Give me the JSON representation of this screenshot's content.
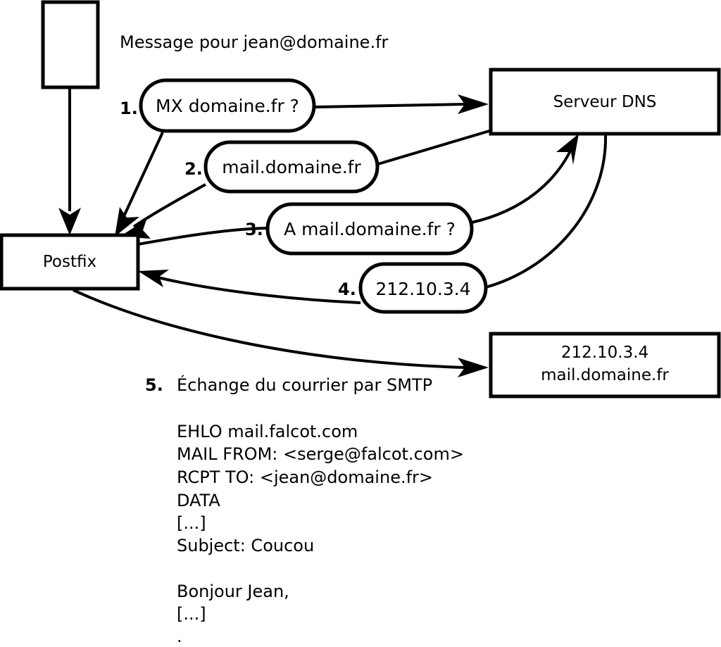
{
  "diagram": {
    "title_note": "Message pour jean@domaine.fr",
    "nodes": {
      "client": {
        "label": ""
      },
      "postfix": {
        "label": "Postfix"
      },
      "dns": {
        "label": "Serveur DNS"
      },
      "mailserver": {
        "line1": "212.10.3.4",
        "line2": "mail.domaine.fr"
      }
    },
    "steps": [
      {
        "num": "1.",
        "text": "MX domaine.fr ?"
      },
      {
        "num": "2.",
        "text": "mail.domaine.fr"
      },
      {
        "num": "3.",
        "text": "A mail.domaine.fr ?"
      },
      {
        "num": "4.",
        "text": "212.10.3.4"
      },
      {
        "num": "5.",
        "text": "Échange du courrier par SMTP"
      }
    ],
    "smtp_transcript": [
      "EHLO mail.falcot.com",
      "MAIL FROM: <serge@falcot.com>",
      "RCPT TO: <jean@domaine.fr>",
      "DATA",
      "[...]",
      "Subject: Coucou",
      "",
      "Bonjour Jean,",
      "[...]",
      "."
    ],
    "colors": {
      "stroke": "#000000",
      "fill": "#ffffff",
      "background": "#ffffff"
    }
  }
}
